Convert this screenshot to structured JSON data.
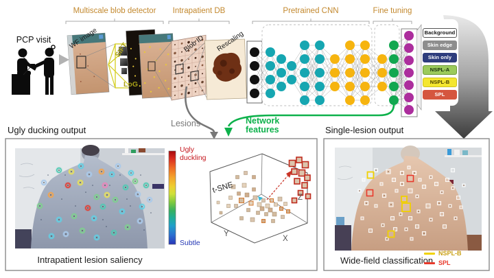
{
  "pipeline": {
    "pcp_label": "PCP visit",
    "sections": [
      {
        "label": "Multiscale blob detector"
      },
      {
        "label": "Intrapatient DB"
      },
      {
        "label": "Pretrained CNN"
      },
      {
        "label": "Fine tuning"
      }
    ],
    "stage_labels": {
      "wf_image": "WF image",
      "sift": "SIFT",
      "log": "LoG",
      "blob_id": "Blob ID",
      "rescaling": "Rescaling"
    },
    "network": {
      "columns": [
        {
          "color": "#111111",
          "count": 4
        },
        {
          "color": "#16a6b1",
          "count": 4
        },
        {
          "color": "#16a6b1",
          "count": 3
        },
        {
          "color": "#16a6b1",
          "count": 2
        },
        {
          "color": "#16a6b1",
          "count": 5
        },
        {
          "color": "#16a6b1",
          "count": 5
        },
        {
          "color": "#f6b40f",
          "count": 3
        },
        {
          "color": "#f6b40f",
          "count": 5
        },
        {
          "color": "#f6b40f",
          "count": 5
        },
        {
          "color": "#f6b40f",
          "count": 3
        },
        {
          "color": "#12a750",
          "count": 5
        },
        {
          "color": "#ac2e9d",
          "count": 7
        }
      ]
    },
    "output_classes": [
      {
        "label": "Background",
        "bg": "#ffffff",
        "text": "#111111",
        "border": "#555555"
      },
      {
        "label": "Skin edge",
        "bg": "#8d8d8d",
        "text": "#ffffff",
        "border": "#8d8d8d"
      },
      {
        "label": "Skin only",
        "bg": "#2e3d7d",
        "text": "#ffffff",
        "border": "#2e3d7d"
      },
      {
        "label": "NSPL-A",
        "bg": "#9bca5b",
        "text": "#17300a",
        "border": "#6f9c3a"
      },
      {
        "label": "NSPL-B",
        "bg": "#f4e62f",
        "text": "#4a4000",
        "border": "#cfc020"
      },
      {
        "label": "SPL",
        "bg": "#d5563f",
        "text": "#ffffff",
        "border": "#d5563f"
      }
    ],
    "flow_labels": {
      "lesions": "Lesions",
      "network_features_line1": "Network",
      "network_features_line2": "features"
    }
  },
  "left_panel": {
    "title": "Ugly ducking output",
    "caption": "Intrapatient lesion saliency",
    "colorbar": {
      "top_label_line1": "Ugly",
      "top_label_line2": "duckling",
      "bottom_label": "Subtle",
      "top_color": "#c5161d",
      "bottom_color": "#2336b4"
    },
    "tsne": {
      "plot_label": "t-SNE",
      "axis_x": "X",
      "axis_y": "Y",
      "axis_z": "Z"
    }
  },
  "right_panel": {
    "title": "Single-lesion output",
    "caption": "Wide-field classification",
    "legend": [
      {
        "label": "NSPL-B",
        "color": "#f0d200",
        "text_color": "#c9a014"
      },
      {
        "label": "SPL",
        "color": "#e8392b",
        "text_color": "#e8392b"
      }
    ]
  },
  "accent_colors": {
    "section_label": "#c3892f",
    "lesions_arrow": "#777777",
    "network_features_arrow": "#0db14b",
    "stage_label_yellow": "#a8a018"
  }
}
